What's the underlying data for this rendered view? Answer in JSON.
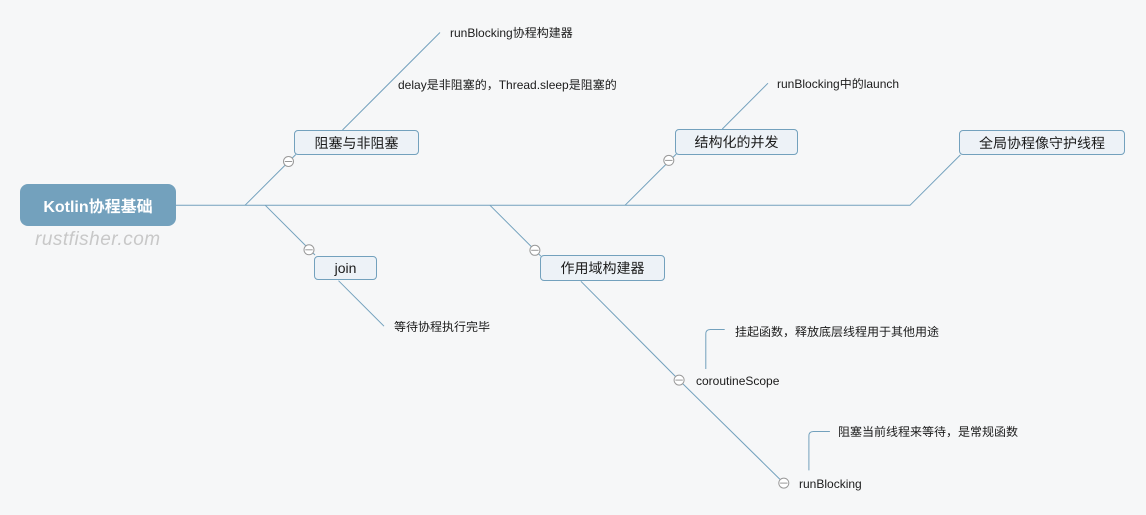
{
  "palette": {
    "background": "#f6f7f8",
    "accent": "#73a1bd",
    "node_fill": "#edf2f7",
    "node_border": "#73a1bd",
    "root_fill": "#73a1bd",
    "root_text": "#ffffff",
    "text": "#1b1b1b",
    "collapse_icon": "#999999",
    "watermark_color": "#c8c8c8"
  },
  "watermark": {
    "text": "rustfisher.com"
  },
  "root": {
    "label": "Kotlin协程基础"
  },
  "branches": [
    {
      "label": "阻塞与非阻塞",
      "collapse_icon": "minus",
      "children": [
        {
          "label": "runBlocking协程构建器"
        },
        {
          "label": "delay是非阻塞的，Thread.sleep是阻塞的"
        }
      ]
    },
    {
      "label": "join",
      "collapse_icon": "minus",
      "children": [
        {
          "label": "等待协程执行完毕"
        }
      ]
    },
    {
      "label": "结构化的并发",
      "collapse_icon": "minus",
      "children": [
        {
          "label": "runBlocking中的launch"
        }
      ]
    },
    {
      "label": "作用域构建器",
      "collapse_icon": "minus",
      "children": [
        {
          "label": "coroutineScope",
          "collapse_icon": "minus",
          "children": [
            {
              "label": "挂起函数，释放底层线程用于其他用途"
            }
          ]
        },
        {
          "label": "runBlocking",
          "collapse_icon": "minus",
          "children": [
            {
              "label": "阻塞当前线程来等待，是常规函数"
            }
          ]
        }
      ]
    },
    {
      "label": "全局协程像守护线程",
      "collapse_icon": "none",
      "children": []
    }
  ]
}
